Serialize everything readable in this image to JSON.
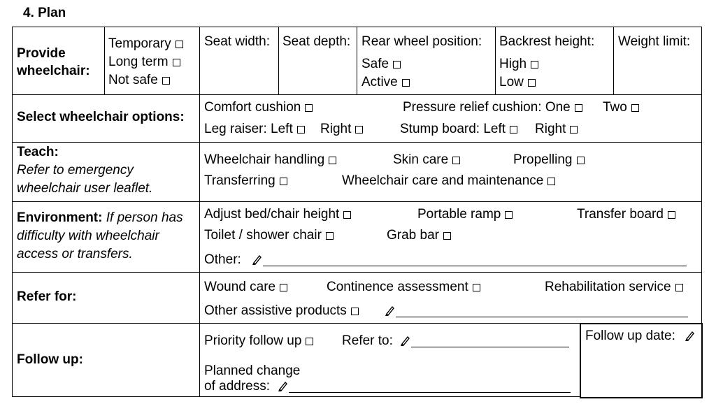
{
  "section_title": "4. Plan",
  "provide": {
    "label_1": "Provide",
    "label_2": "wheelchair:",
    "options": [
      "Temporary",
      "Long term",
      "Not safe"
    ],
    "seat_width": "Seat width:",
    "seat_depth": "Seat depth:",
    "rear_wheel": "Rear wheel position:",
    "rear_options": [
      "Safe",
      "Active"
    ],
    "backrest": "Backrest height:",
    "backrest_options": [
      "High",
      "Low"
    ],
    "weight_limit": "Weight limit:"
  },
  "options_row": {
    "label": "Select wheelchair options:",
    "comfort_cushion": "Comfort cushion",
    "pressure_relief": "Pressure relief cushion: One",
    "two": "Two",
    "leg_raiser": "Leg raiser: Left",
    "right": "Right",
    "stump_board": "Stump board: Left",
    "right2": "Right"
  },
  "teach": {
    "label": "Teach:",
    "note_1": "Refer to emergency",
    "note_2": "wheelchair user leaflet.",
    "handling": "Wheelchair handling",
    "skin_care": "Skin care",
    "propelling": "Propelling",
    "transferring": "Transferring",
    "care_maintenance": "Wheelchair care and maintenance"
  },
  "environment": {
    "label": "Environment:",
    "note_1": "If person has",
    "note_2": "difficulty with wheelchair",
    "note_3": "access or transfers.",
    "adjust_bed": "Adjust bed/chair height",
    "portable_ramp": "Portable ramp",
    "transfer_board": "Transfer board",
    "toilet_chair": "Toilet / shower chair",
    "grab_bar": "Grab bar",
    "other": "Other:"
  },
  "refer": {
    "label": "Refer for:",
    "wound_care": "Wound care",
    "continence": "Continence assessment",
    "rehab": "Rehabilitation service",
    "other_products": "Other assistive products"
  },
  "follow_up": {
    "label": "Follow up:",
    "priority": "Priority follow up",
    "refer_to": "Refer to:",
    "planned_1": "Planned change",
    "planned_2": "of address:",
    "follow_date": "Follow up date:"
  }
}
